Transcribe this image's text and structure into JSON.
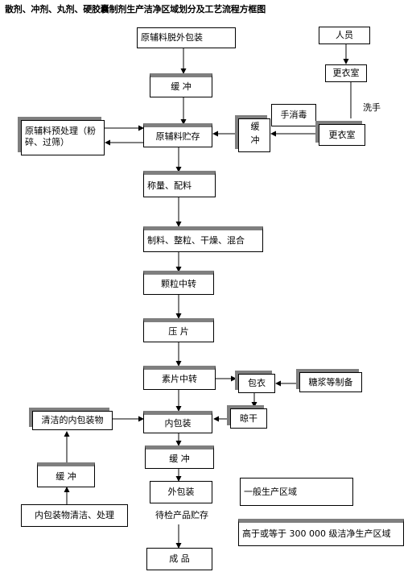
{
  "title": "散剂、冲剂、丸剂、硬胶囊制剂生产洁净区域划分及工艺流程方框图",
  "nodes": {
    "unpack": "原辅料脱外包装",
    "buffer1": "缓  冲",
    "personnel": "人员",
    "changing1": "更衣室",
    "hand_disinfect": "手消毒",
    "hand_wash": "洗手",
    "pretreat": "原辅料预处理（粉碎、过筛）",
    "storage": "原辅料贮存",
    "buffer2": "缓冲",
    "changing2": "更衣室",
    "weighing": "称量、配料",
    "granulation": "制料、整粒、干燥、混合",
    "granule_transfer": "颗粒中转",
    "tableting": "压  片",
    "tablet_transfer": "素片中转",
    "coating": "包衣",
    "syrup_prep": "糖浆等制备",
    "clean_inner_pack": "清洁的内包装物",
    "drying": "晾干",
    "inner_packaging": "内包装",
    "buffer3": "缓  冲",
    "buffer4": "缓  冲",
    "outer_packaging": "外包装",
    "pack_cleaning": "内包装物清洁、处理",
    "inspection_storage": "待检产品贮存",
    "finished": "成  品"
  },
  "legend": {
    "general_area": "一般生产区域",
    "clean_area": "高于或等于 300 000 级洁净生产区域"
  }
}
